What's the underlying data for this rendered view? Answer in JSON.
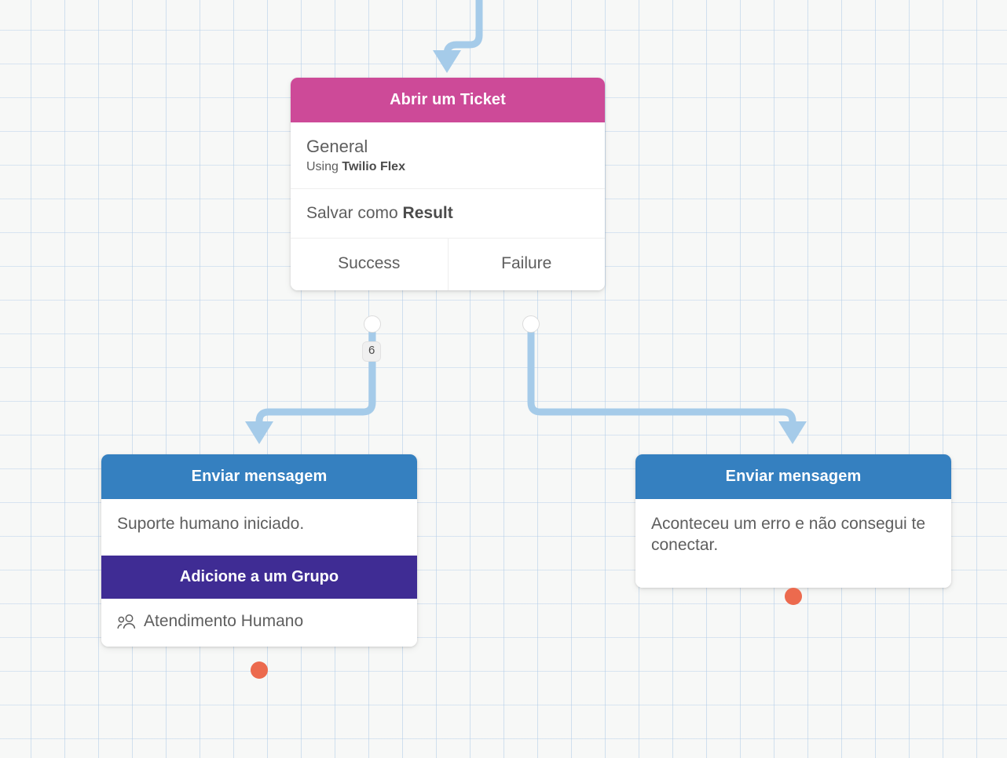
{
  "canvas": {
    "background": "#f7f8f7",
    "grid_color": "#b0cbe8",
    "grid_size": 43,
    "wire_color": "#a5cbe9"
  },
  "nodes": [
    {
      "id": "open-ticket",
      "type": "ticket",
      "title": "Abrir um Ticket",
      "header_color": "#cd4a98",
      "sections": [
        {
          "main": "General",
          "sub_prefix": "Using ",
          "sub_bold": "Twilio Flex"
        },
        {
          "save_prefix": "Salvar como ",
          "save_bold": "Result"
        }
      ],
      "branches": [
        {
          "label": "Success",
          "badge": "6"
        },
        {
          "label": "Failure",
          "badge": null
        }
      ]
    },
    {
      "id": "send-message-success",
      "type": "message",
      "title": "Enviar mensagem",
      "header_color": "#3580c0",
      "body": "Suporte humano iniciado.",
      "band": {
        "label": "Adicione a um Grupo",
        "color": "#3f2c94"
      },
      "group": {
        "icon": "people-icon",
        "label": "Atendimento Humano"
      },
      "end_dot_color": "#ec6a4e"
    },
    {
      "id": "send-message-failure",
      "type": "message",
      "title": "Enviar mensagem",
      "header_color": "#3580c0",
      "body": "Aconteceu um erro e não consegui te conectar.",
      "band": null,
      "group": null,
      "end_dot_color": "#ec6a4e"
    }
  ]
}
